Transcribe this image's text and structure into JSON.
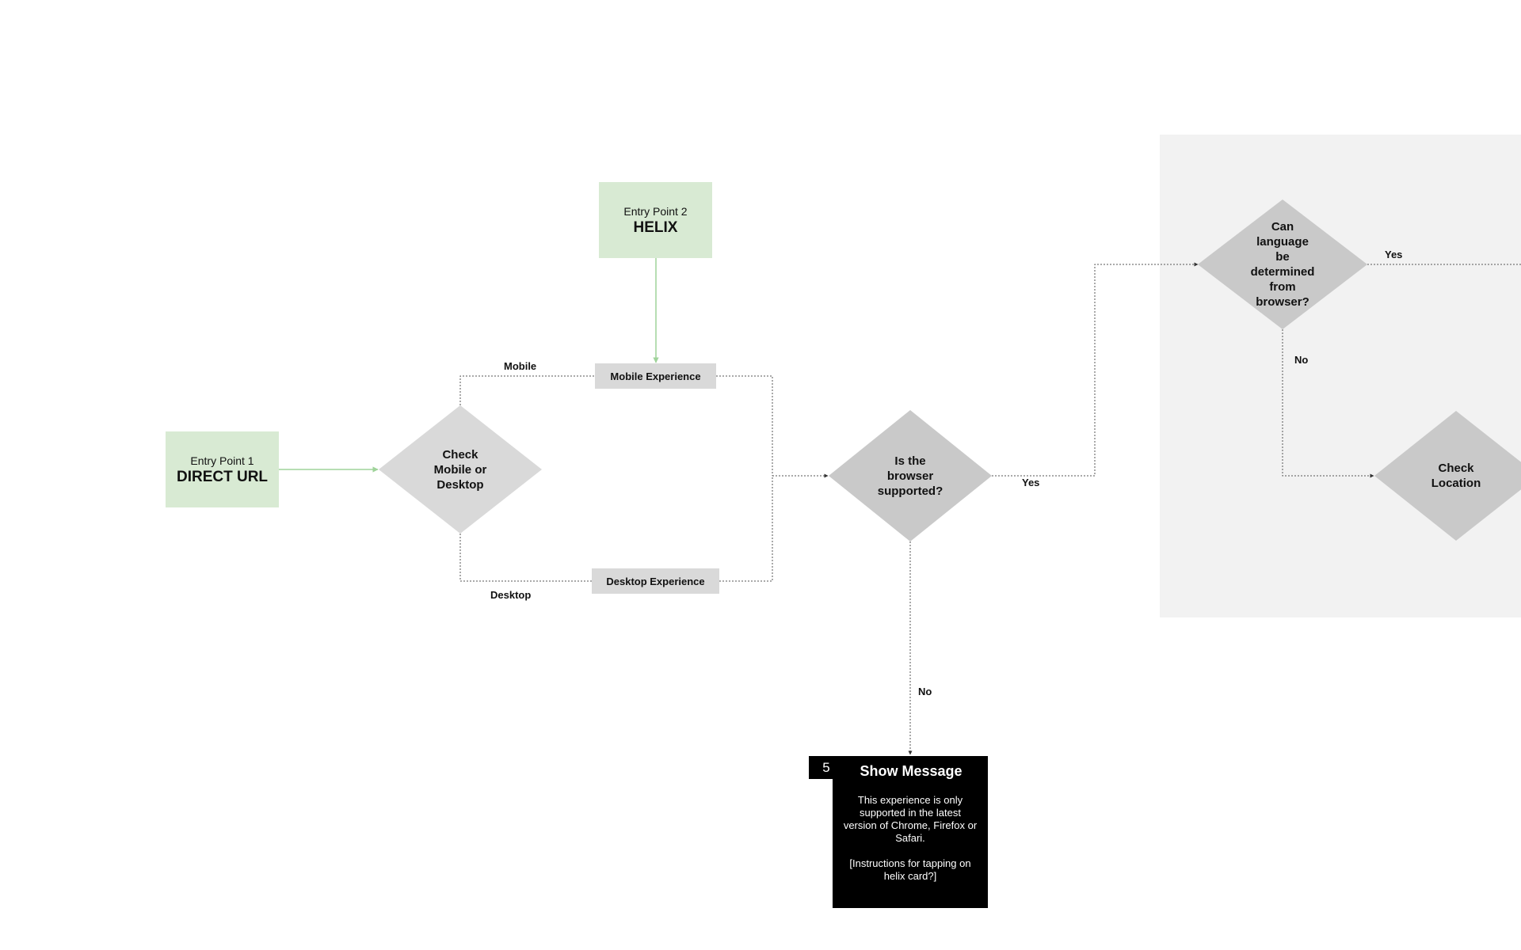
{
  "entry_points": {
    "direct_url": {
      "caption": "Entry Point 1",
      "title": "DIRECT URL"
    },
    "helix": {
      "caption": "Entry Point 2",
      "title": "HELIX"
    }
  },
  "nodes": {
    "check_device": {
      "lines": [
        "Check",
        "Mobile or",
        "Desktop"
      ]
    },
    "mobile_experience": {
      "label": "Mobile Experience"
    },
    "desktop_experience": {
      "label": "Desktop Experience"
    },
    "browser_supported": {
      "lines": [
        "Is the",
        "browser",
        "supported?"
      ]
    },
    "language_from_browser": {
      "lines": [
        "Can",
        "language",
        "be",
        "determined",
        "from",
        "browser?"
      ]
    },
    "check_location": {
      "lines": [
        "Check",
        "Location"
      ]
    }
  },
  "edge_labels": {
    "mobile": "Mobile",
    "desktop": "Desktop",
    "browser_yes": "Yes",
    "browser_no": "No",
    "language_yes": "Yes",
    "language_no": "No"
  },
  "message": {
    "step": "5",
    "title": "Show Message",
    "body_1": "This experience is only\nsupported in the latest\nversion of Chrome, Firefox or\nSafari.",
    "body_2": "[Instructions for tapping on\nhelix card?]"
  },
  "colors": {
    "entry_fill": "#d8ead3",
    "entry_arrow": "#9fd39a",
    "decision_light": "#d9d9d9",
    "decision_dark": "#c9c9c9",
    "region_fill": "#f2f2f2",
    "connector": "#555555",
    "message_fill": "#000000"
  }
}
